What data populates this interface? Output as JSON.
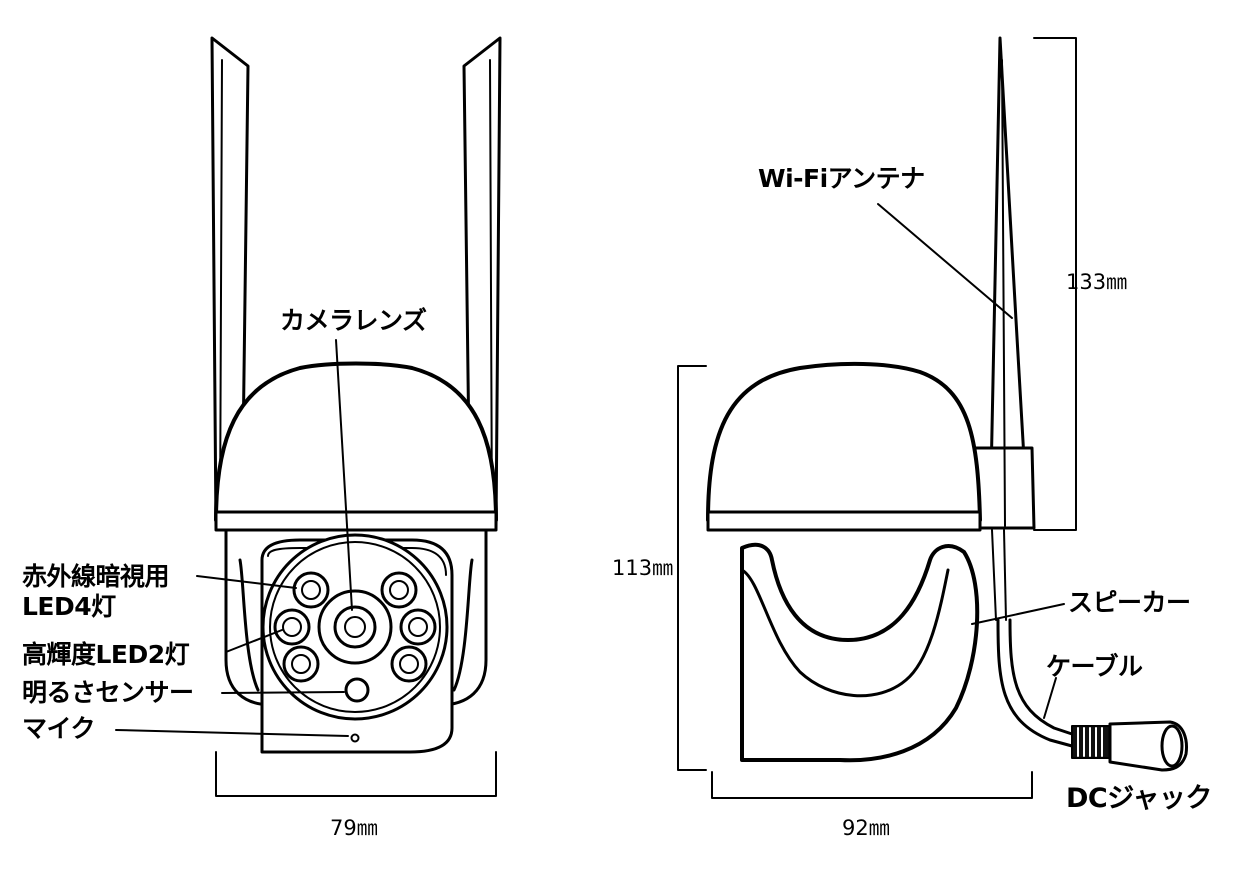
{
  "front_view": {
    "labels": {
      "camera_lens": "カメラレンズ",
      "ir_led_line1": "赤外線暗視用",
      "ir_led_line2": "LED4灯",
      "high_led": "高輝度LED2灯",
      "light_sensor": "明るさセンサー",
      "mic": "マイク"
    },
    "width_dim": "79㎜"
  },
  "side_view": {
    "labels": {
      "wifi_antenna": "Wi-Fiアンテナ",
      "speaker": "スピーカー",
      "cable": "ケーブル",
      "dc_jack": "DCジャック"
    },
    "height_total_dim": "133㎜",
    "height_body_dim": "113㎜",
    "width_dim": "92㎜"
  },
  "colors": {
    "line": "#000000",
    "fill": "#ffffff"
  }
}
